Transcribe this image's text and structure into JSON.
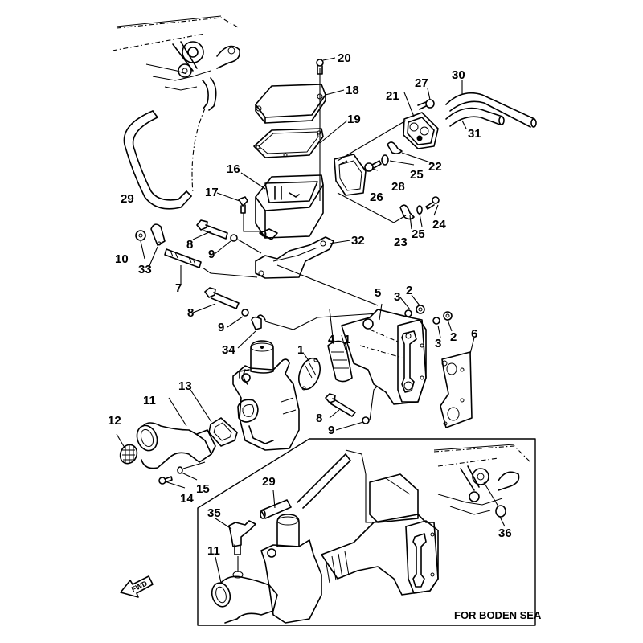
{
  "diagram": {
    "type": "exploded-parts-diagram",
    "subject": "intake manifold / carburetor / silencer assembly",
    "inset_caption": "FOR BODEN SEA",
    "direction_label": "FWD",
    "callouts": {
      "c1a": "1",
      "c1b": "1",
      "c2a": "2",
      "c2b": "2",
      "c3a": "3",
      "c3b": "3",
      "c4": "4",
      "c5": "5",
      "c6": "6",
      "c7": "7",
      "c8a": "8",
      "c8b": "8",
      "c8c": "8",
      "c9a": "9",
      "c9b": "9",
      "c9c": "9",
      "c10": "10",
      "c11a": "11",
      "c11b": "11",
      "c12": "12",
      "c13": "13",
      "c14": "14",
      "c15": "15",
      "c16": "16",
      "c17": "17",
      "c18": "18",
      "c19": "19",
      "c20": "20",
      "c21": "21",
      "c22": "22",
      "c23": "23",
      "c24": "24",
      "c25a": "25",
      "c25b": "25",
      "c26": "26",
      "c27": "27",
      "c28": "28",
      "c29a": "29",
      "c29b": "29",
      "c30": "30",
      "c31": "31",
      "c32": "32",
      "c33": "33",
      "c34": "34",
      "c35": "35",
      "c36": "36"
    }
  }
}
